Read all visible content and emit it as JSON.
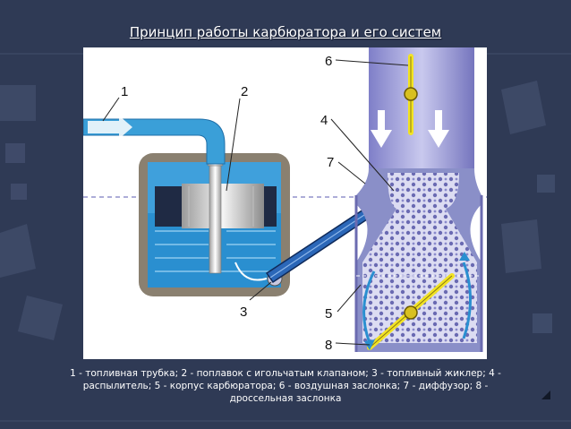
{
  "slide": {
    "title": "Принцип работы карбюратора и его систем",
    "caption": "1 - топливная трубка; 2 - поплавок с игольчатым клапаном; 3 - топливный жиклер; 4 - распылитель; 5 - корпус карбюратора; 6 - воздушная заслонка; 7 - диффузор; 8 - дроссельная заслонка"
  },
  "diagram": {
    "labels": [
      "1",
      "2",
      "3",
      "4",
      "5",
      "6",
      "7",
      "8"
    ]
  },
  "colors": {
    "background": "#2f3a55",
    "fuel": "#2a8fd0",
    "float": "#1f2a44",
    "body": "#8a8fc8",
    "damper": "#f2e324",
    "tube": "#2b67b8"
  },
  "icons": {
    "next": "triangle-arrow-icon"
  }
}
